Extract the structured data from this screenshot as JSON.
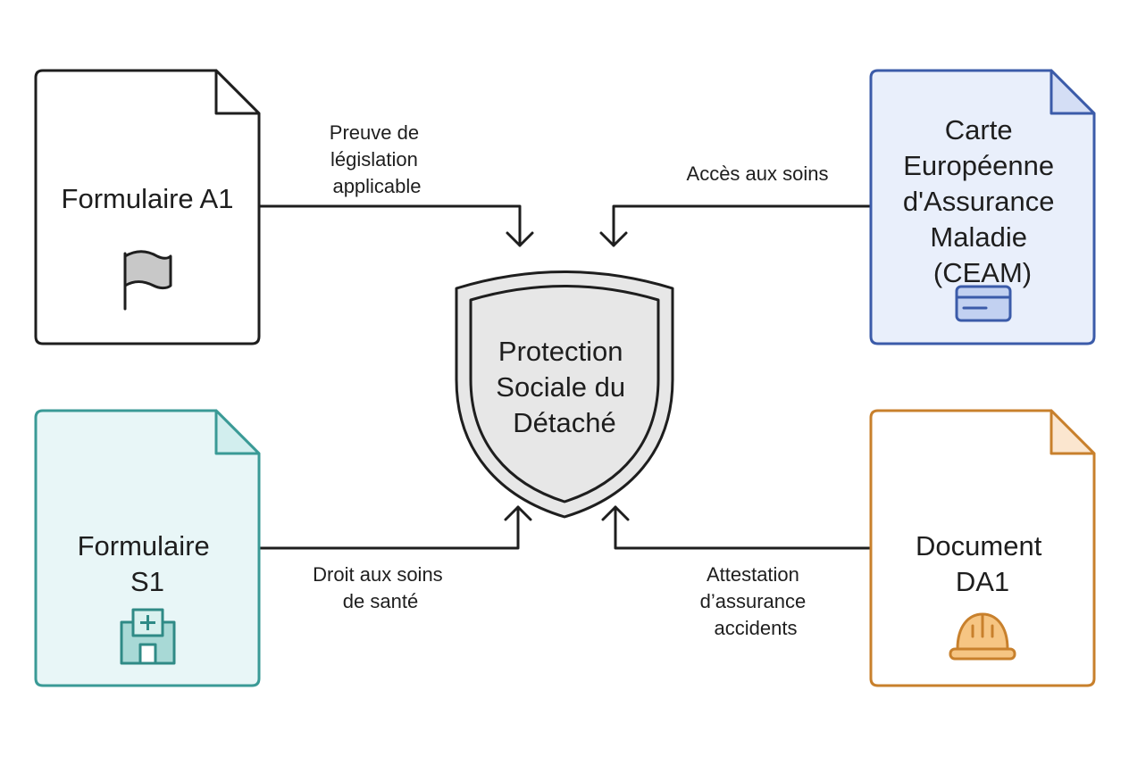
{
  "center": {
    "lines": [
      "Protection",
      "Sociale du",
      "Détaché"
    ]
  },
  "documents": {
    "a1": {
      "lines": [
        "Formulaire A1"
      ],
      "icon": "flag-icon",
      "border": "#1e1e1e",
      "fill": "#ffffff",
      "fold": "#ffffff"
    },
    "ceam": {
      "lines": [
        "Carte",
        "Européenne",
        "d'Assurance",
        "Maladie",
        "(CEAM)"
      ],
      "icon": "credit-card-icon",
      "border": "#3b5ba9",
      "fill": "#e9effb",
      "fold": "#d4def5"
    },
    "s1": {
      "lines": [
        "Formulaire",
        "S1"
      ],
      "icon": "hospital-icon",
      "border": "#3a9a96",
      "fill": "#e8f6f7",
      "fold": "#d2eeee"
    },
    "da1": {
      "lines": [
        "Document",
        "DA1"
      ],
      "icon": "hard-hat-icon",
      "border": "#c8802c",
      "fill": "#ffffff",
      "fold": "#fbe6cf"
    }
  },
  "edges": {
    "a1": {
      "lines": [
        "Preuve de",
        "législation",
        "applicable"
      ]
    },
    "ceam": {
      "lines": [
        "Accès aux soins"
      ]
    },
    "s1": {
      "lines": [
        "Droit aux soins",
        "de santé"
      ]
    },
    "da1": {
      "lines": [
        "Attestation",
        "d’assurance",
        "accidents"
      ]
    }
  }
}
